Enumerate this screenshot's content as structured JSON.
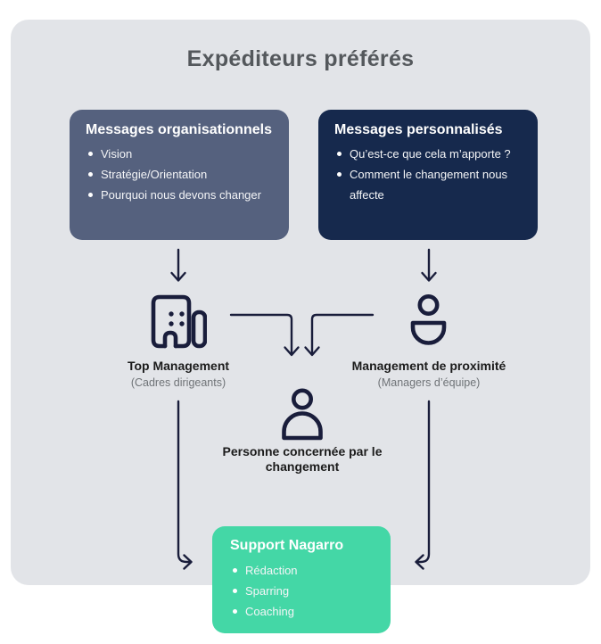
{
  "title": "Expéditeurs préférés",
  "boxes": {
    "organizational": {
      "title": "Messages organisationnels",
      "items": [
        "Vision",
        "Stratégie/Orientation",
        "Pourquoi nous devons changer"
      ]
    },
    "personalized": {
      "title": "Messages personnalisés",
      "items": [
        "Qu’est-ce que cela m’apporte ?",
        "Comment le changement nous affecte"
      ]
    },
    "support": {
      "title": "Support Nagarro",
      "items": [
        "Rédaction",
        "Sparring",
        "Coaching"
      ]
    }
  },
  "nodes": {
    "top_management": {
      "label": "Top Management",
      "sublabel": "(Cadres dirigeants)",
      "icon": "building-icon"
    },
    "proximity_management": {
      "label": "Management de proximité",
      "sublabel": "(Managers d’équipe)",
      "icon": "person-icon"
    },
    "change_person": {
      "label": "Personne concernée par le changement",
      "icon": "person-icon"
    }
  },
  "colors": {
    "canvas_bg": "#e2e4e8",
    "organizational_box": "#55617e",
    "personalized_box": "#16294d",
    "support_box": "#44d7a6",
    "line_and_icon": "#191d3b",
    "title_text": "#54585c",
    "label_text": "#1b1b1b",
    "sublabel_text": "#6f7377"
  }
}
